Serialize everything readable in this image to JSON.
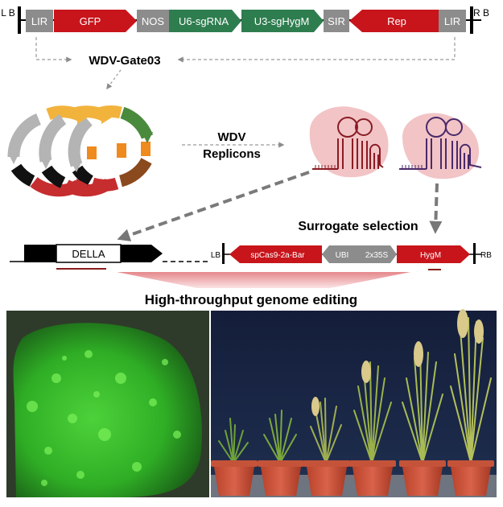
{
  "construct": {
    "lb": "L B",
    "rb": "R B",
    "lir_left": "LIR",
    "gfp": "GFP",
    "nos": "NOS",
    "u6_sgrna": "U6-sgRNA",
    "u3_sghygm": "U3-sgHygM",
    "sir": "SIR",
    "rep": "Rep",
    "lir_right": "LIR",
    "name": "WDV-Gate03"
  },
  "replicons": {
    "label_line1": "WDV",
    "label_line2": "Replicons"
  },
  "selection": {
    "title": "Surrogate selection",
    "della": "DELLA",
    "lb": "LB",
    "cas9": "spCas9-2a-Bar",
    "ubi": "UBI",
    "p35s": "2x35S",
    "hygm": "HygM",
    "rb": "RB"
  },
  "result": {
    "title": "High-throughput genome editing"
  },
  "colors": {
    "red": "#c8141b",
    "green": "#2e7d4f",
    "gray": "#8c8c8c",
    "pink": "#f2c4c6",
    "black": "#000000"
  }
}
